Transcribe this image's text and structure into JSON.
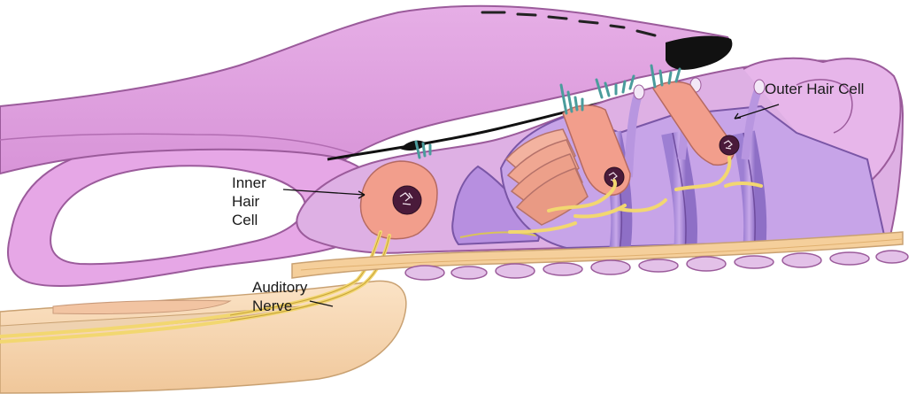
{
  "labels": {
    "inner_hair_cell": [
      "Inner",
      "Hair",
      "Cell"
    ],
    "outer_hair_cell": "Outer Hair Cell",
    "auditory_nerve": [
      "Auditory",
      "Nerve"
    ]
  },
  "colors": {
    "membrane": "#e2a3e2",
    "membrane_outline": "#9b5b9b",
    "hair_cell": "#f0a28c",
    "support_cell": "#b58fdc",
    "nerve": "#f2d770",
    "basilar": "#f5cf9b",
    "bone": "#f7d8b5",
    "stereocilia": "#4a9c9c"
  }
}
